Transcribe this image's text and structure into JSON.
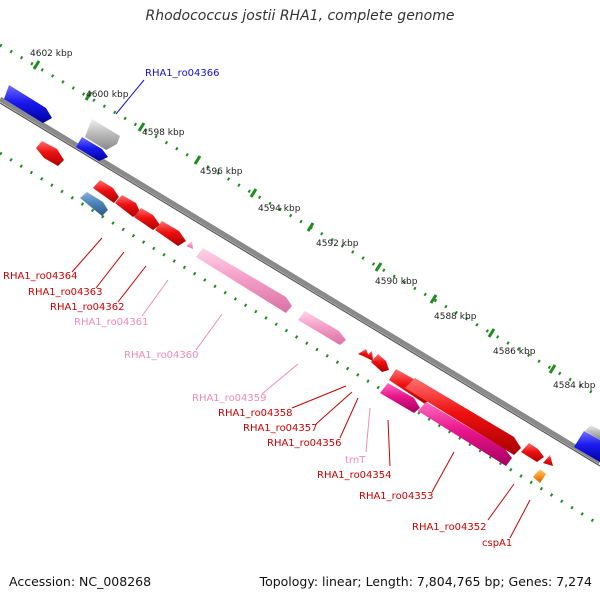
{
  "title": "Rhodococcus jostii RHA1, complete genome",
  "footer": {
    "accession": "Accession: NC_008268",
    "topology": "Topology: linear; Length: 7,804,765 bp; Genes: 7,274"
  },
  "scale_ticks": [
    "4602 kbp",
    "4600 kbp",
    "4598 kbp",
    "4596 kbp",
    "4594 kbp",
    "4592 kbp",
    "4590 kbp",
    "4588 kbp",
    "4586 kbp",
    "4584 kbp"
  ],
  "colors": {
    "forward_gene": "#1a1aee",
    "reverse_gene": "#ee1111",
    "pink_gene": "#f59fc8",
    "magenta_gene": "#e8158c",
    "grey_gene": "#b8b8b8",
    "steel_gene": "#4e84b8",
    "orange_gene": "#ff9922",
    "tick_green": "#1e8c1e",
    "backbone": "#8a8a8a"
  },
  "gene_labels": [
    {
      "name": "RHA1_ro04366",
      "color": "#1111cc"
    },
    {
      "name": "RHA1_ro04364",
      "color": "#cc0000"
    },
    {
      "name": "RHA1_ro04363",
      "color": "#cc0000"
    },
    {
      "name": "RHA1_ro04362",
      "color": "#cc0000"
    },
    {
      "name": "RHA1_ro04361",
      "color": "#f08ab8"
    },
    {
      "name": "RHA1_ro04360",
      "color": "#f08ab8"
    },
    {
      "name": "RHA1_ro04359",
      "color": "#f08ab8"
    },
    {
      "name": "RHA1_ro04358",
      "color": "#cc0000"
    },
    {
      "name": "RHA1_ro04357",
      "color": "#cc0000"
    },
    {
      "name": "RHA1_ro04356",
      "color": "#cc0000"
    },
    {
      "name": "trnT",
      "color": "#f08ab8"
    },
    {
      "name": "RHA1_ro04354",
      "color": "#cc0000"
    },
    {
      "name": "RHA1_ro04353",
      "color": "#cc0000"
    },
    {
      "name": "RHA1_ro04352",
      "color": "#cc0000"
    },
    {
      "name": "cspA1",
      "color": "#cc0000"
    }
  ]
}
